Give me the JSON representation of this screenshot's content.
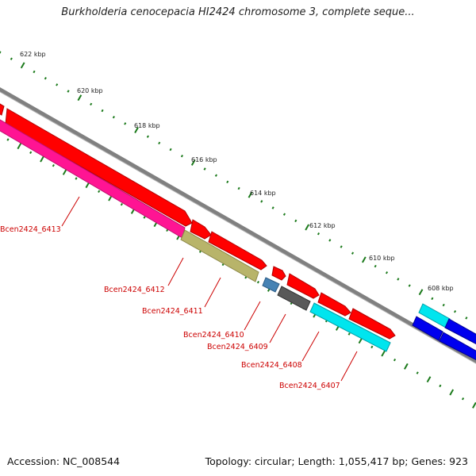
{
  "title": "Burkholderia cenocepacia HI2424 chromosome 3, complete seque...",
  "accession": "Accession: NC_008544",
  "topology": "Topology: circular; Length: 1,055,417 bp; Genes: 923",
  "ruler_labels": [
    "622 kbp",
    "620 kbp",
    "618 kbp",
    "616 kbp",
    "614 kbp",
    "612 kbp",
    "610 kbp",
    "608 kbp"
  ],
  "gene_labels": [
    "Bcen2424_6413",
    "Bcen2424_6412",
    "Bcen2424_6411",
    "Bcen2424_6410",
    "Bcen2424_6409",
    "Bcen2424_6408",
    "Bcen2424_6407"
  ],
  "colors": {
    "ruler": "#1b7a1b",
    "backbone": "#808080",
    "gene_forward": "#ff0000",
    "gene_6413": "#ff1493",
    "gene_6412": "#b8b46a",
    "gene_6410": "#4682b4",
    "gene_6409": "#595959",
    "gene_6408": "#00e5ee",
    "gene_blue": "#0000ee",
    "label": "#cc0000"
  }
}
